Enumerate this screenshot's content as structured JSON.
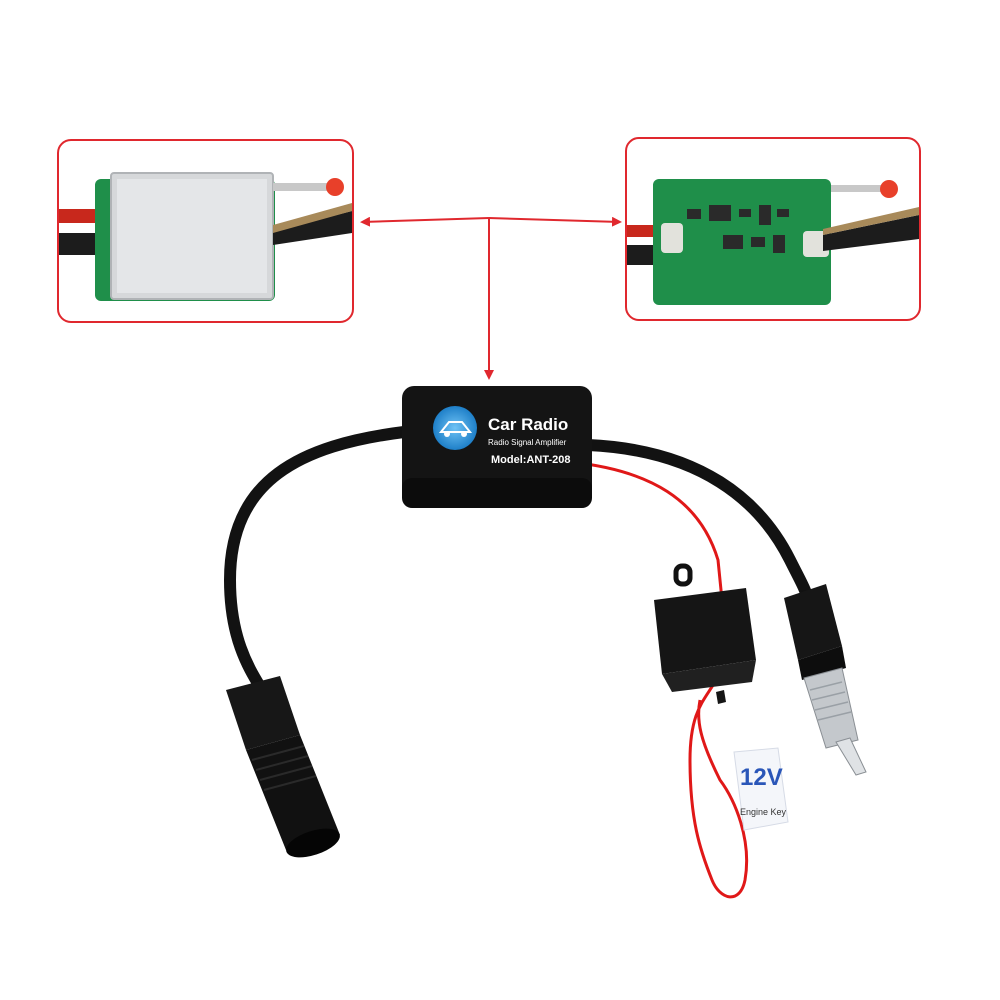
{
  "product": {
    "brand_label": "Car Radio",
    "subtitle": "Radio Signal Amplifier",
    "model": "Model:ANT-208"
  },
  "voltage_tag": {
    "voltage": "12V",
    "note": "Engine Key"
  },
  "colors": {
    "frame": "#e0282e",
    "pcb": "#1f8f4a",
    "shield": "#d6d8da",
    "module": "#141414",
    "cable": "#121212",
    "wire": "#e01818",
    "logo": "#2a8fd6"
  }
}
